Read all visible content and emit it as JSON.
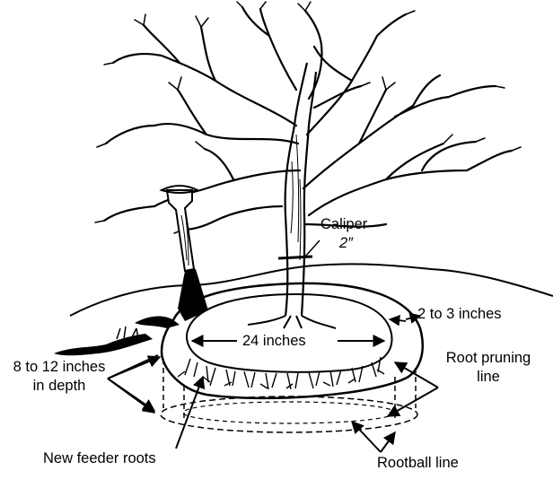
{
  "labels": {
    "caliper": "Caliper",
    "caliper_value": "2″",
    "width_24": "24 inches",
    "margin": "2 to 3 inches",
    "depth_line1": "8 to 12 inches",
    "depth_line2": "in depth",
    "root_pruning_line1": "Root pruning",
    "root_pruning_line2": "line",
    "new_feeder_roots": "New feeder roots",
    "rootball_line": "Rootball line"
  },
  "colors": {
    "ink": "#000000",
    "background": "#ffffff"
  }
}
